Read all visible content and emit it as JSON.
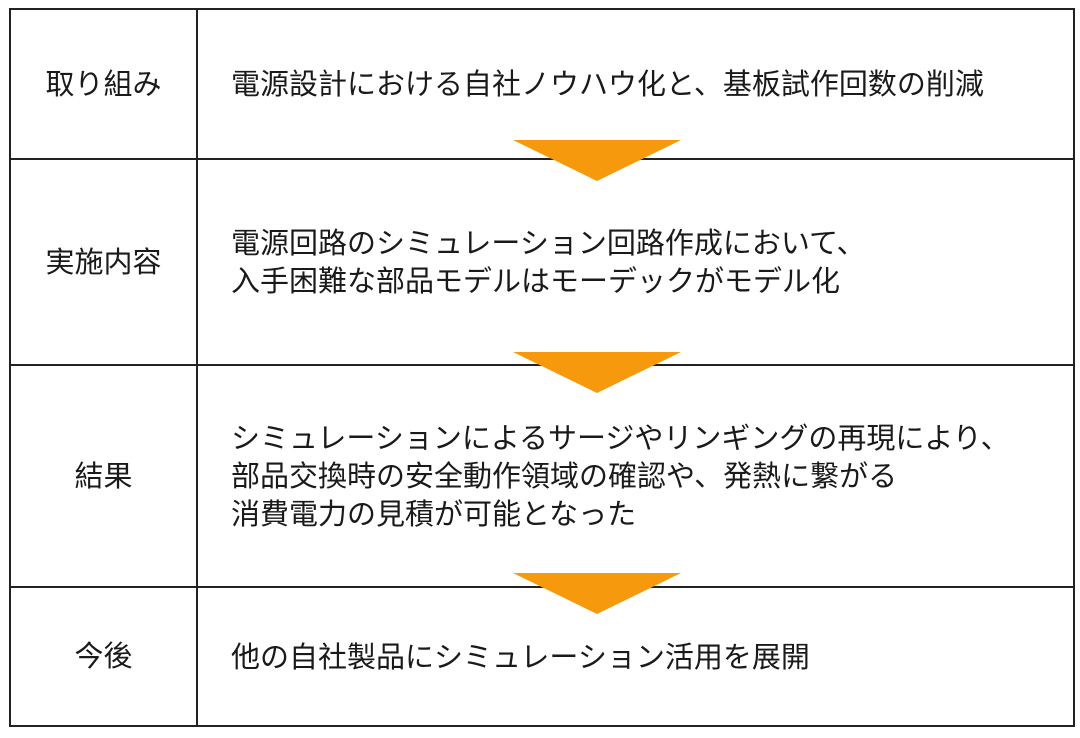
{
  "rows": [
    {
      "label": "取り組み",
      "lines": [
        "電源設計における自社ノウハウ化と、基板試作回数の削減"
      ]
    },
    {
      "label": "実施内容",
      "lines": [
        "電源回路のシミュレーション回路作成において、",
        "入手困難な部品モデルはモーデックがモデル化"
      ]
    },
    {
      "label": "結果",
      "lines": [
        "シミュレーションによるサージやリンギングの再現により、",
        "部品交換時の安全動作領域の確認や、発熱に繋がる",
        "消費電力の見積が可能となった"
      ]
    },
    {
      "label": "今後",
      "lines": [
        "他の自社製品にシミュレーション活用を展開"
      ]
    }
  ],
  "colors": {
    "arrow": "#f7990c",
    "border": "#222222"
  },
  "icons": {
    "flow_arrow": "down-triangle-icon"
  }
}
